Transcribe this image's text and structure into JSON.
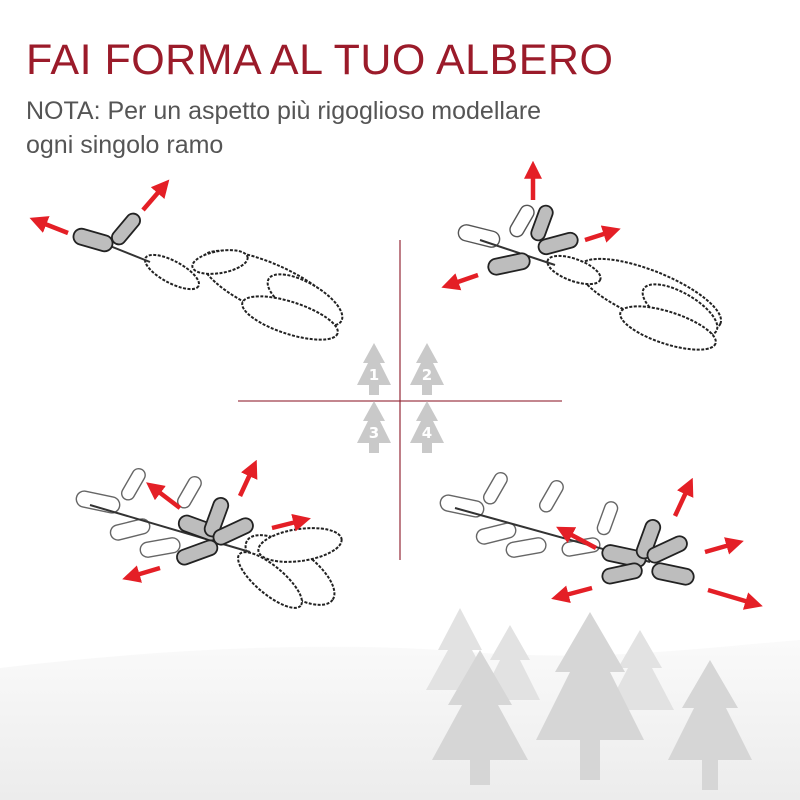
{
  "title": "FAI FORMA AL TUO ALBERO",
  "note": {
    "line1": "NOTA: Per un aspetto più rigoglioso modellare",
    "line2": "ogni singolo ramo"
  },
  "steps": [
    "1",
    "2",
    "3",
    "4"
  ],
  "colors": {
    "title": "#9b1b2a",
    "note_text": "#555555",
    "arrow": "#e41f26",
    "divider": "#8e1b2a",
    "step_icon": "#c9c9c9",
    "active_tip": "#bdbdbd",
    "background_trees": "#e4e4e4"
  },
  "icons": [
    "arrow-icon",
    "branch-illustration",
    "tree-icon",
    "forest-background"
  ]
}
